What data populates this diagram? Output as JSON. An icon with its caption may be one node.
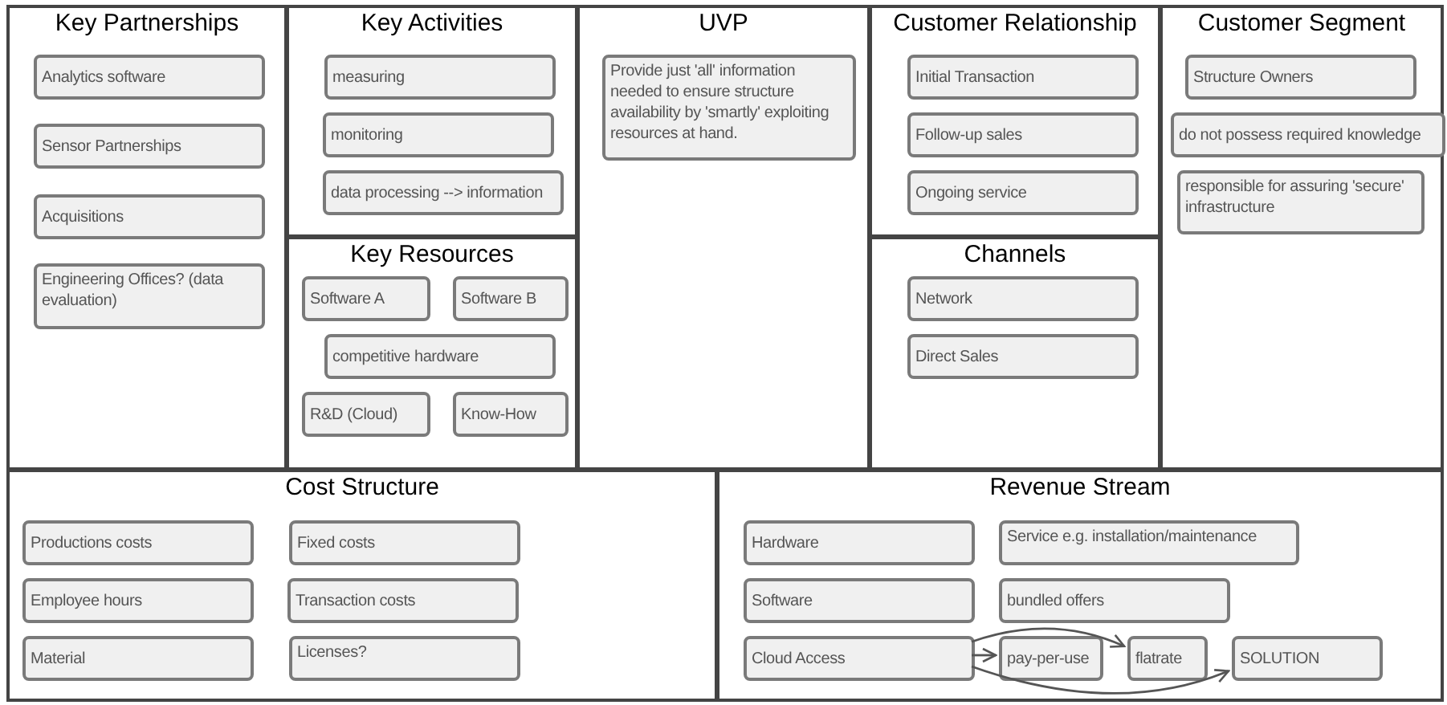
{
  "diagram": {
    "nodes": [
      {
        "text": [
          "Key Partnerships"
        ]
      },
      {
        "text": [
          "Key Activities"
        ]
      },
      {
        "text": [
          "Key Resources"
        ]
      },
      {
        "text": [
          "UVP"
        ]
      },
      {
        "text": [
          "Customer Relationship"
        ]
      },
      {
        "text": [
          "Channels"
        ]
      },
      {
        "text": [
          "Customer Segment"
        ]
      },
      {
        "text": [
          "Cost Structure"
        ]
      },
      {
        "text": [
          "Revenue Stream"
        ]
      },
      {
        "text": [
          "Analytics software"
        ],
        "in": 0
      },
      {
        "text": [
          "Sensor Partnerships"
        ],
        "in": 0
      },
      {
        "text": [
          "Acquisitions"
        ],
        "in": 0
      },
      {
        "text": [
          "Engineering Offices? (data evaluation)"
        ],
        "in": 0
      },
      {
        "text": [
          "measuring"
        ],
        "in": 1
      },
      {
        "text": [
          "monitoring"
        ],
        "in": 1
      },
      {
        "text": [
          "data processing --> information"
        ],
        "in": 1
      },
      {
        "text": [
          "Software A"
        ],
        "in": 2
      },
      {
        "text": [
          "Software B"
        ],
        "in": 2
      },
      {
        "text": [
          "competitive hardware"
        ],
        "in": 2
      },
      {
        "text": [
          "R&D (Cloud)"
        ],
        "in": 2
      },
      {
        "text": [
          "Know-How"
        ],
        "in": 2
      },
      {
        "text": [
          "Provide just 'all' information needed to ensure structure availability by 'smartly' exploiting resources at hand."
        ],
        "in": 3
      },
      {
        "text": [
          "Initial Transaction"
        ],
        "in": 4
      },
      {
        "text": [
          "Follow-up sales"
        ],
        "in": 4
      },
      {
        "text": [
          "Ongoing service"
        ],
        "in": 4
      },
      {
        "text": [
          "Network"
        ],
        "in": 5
      },
      {
        "text": [
          "Direct Sales"
        ],
        "in": 5
      },
      {
        "text": [
          "Structure Owners"
        ],
        "in": 6
      },
      {
        "text": [
          "do not possess required knowledge"
        ],
        "in": 6
      },
      {
        "text": [
          "responsible for assuring 'secure' infrastructure"
        ],
        "in": 6
      },
      {
        "text": [
          "Productions costs"
        ],
        "in": 7
      },
      {
        "text": [
          "Fixed costs"
        ],
        "in": 7
      },
      {
        "text": [
          "Employee hours"
        ],
        "in": 7
      },
      {
        "text": [
          "Transaction costs"
        ],
        "in": 7
      },
      {
        "text": [
          "Material"
        ],
        "in": 7
      },
      {
        "text": [
          "Licenses?"
        ],
        "in": 7
      },
      {
        "text": [
          "Hardware"
        ],
        "in": 8
      },
      {
        "text": [
          "Service e.g. installation/maintenance"
        ],
        "in": 8
      },
      {
        "text": [
          "Software"
        ],
        "in": 8
      },
      {
        "text": [
          "bundled offers"
        ],
        "in": 8
      },
      {
        "text": [
          "Cloud Access"
        ],
        "in": 8
      },
      {
        "text": [
          "pay-per-use"
        ],
        "in": 8
      },
      {
        "text": [
          "flatrate"
        ],
        "in": 8
      },
      {
        "text": [
          "SOLUTION"
        ],
        "in": 8
      }
    ],
    "edges": [
      {
        "from": 40,
        "to": 41,
        "arrow": "to"
      },
      {
        "from": 40,
        "to": 42,
        "arrow": "to"
      },
      {
        "from": 40,
        "to": 43,
        "arrow": "to"
      }
    ]
  }
}
